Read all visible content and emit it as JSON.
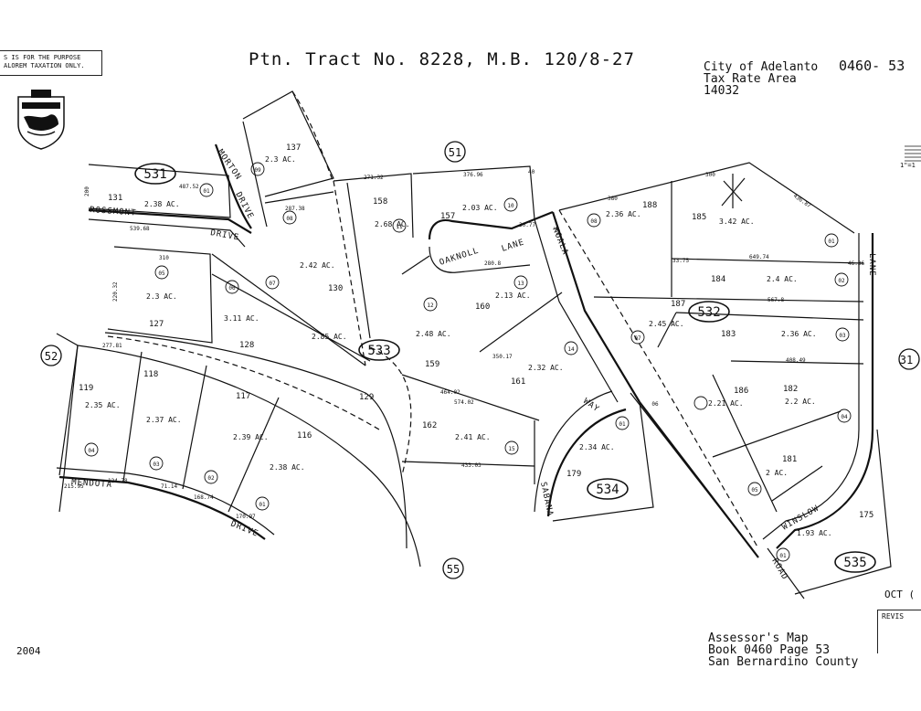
{
  "header": {
    "title": "Ptn. Tract No. 8228, M.B. 120/8-27",
    "city": "City of Adelanto",
    "tax_rate_area_label": "Tax Rate Area",
    "tax_rate_area": "14032",
    "map_number": "0460- 53"
  },
  "notice": {
    "line1": "S IS FOR THE PURPOSE",
    "line2": "ALOREM TAXATION ONLY."
  },
  "footer": {
    "year": "2004",
    "caption_line1": "Assessor's Map",
    "caption_line2": "Book 0460 Page 53",
    "caption_line3": "San Bernardino County",
    "oct": "OCT (",
    "revis": "REVIS",
    "scale": "1\"=1"
  },
  "colors": {
    "ink": "#111111",
    "paper": "#ffffff"
  },
  "parcels": [
    {
      "id": "131",
      "acres": "2.38 AC.",
      "num": "01"
    },
    {
      "id": "137",
      "acres": "2.3 AC.",
      "num": "09"
    },
    {
      "id": "130",
      "acres": "2.42 AC.",
      "num": "08"
    },
    {
      "id": "158",
      "acres": "2.68 AC.",
      "num": "11"
    },
    {
      "id": "157",
      "acres": "2.03 AC.",
      "num": "10"
    },
    {
      "id": "127",
      "acres": "2.3 AC.",
      "num": "05"
    },
    {
      "id": "128",
      "acres": "3.11 AC.",
      "num": "06"
    },
    {
      "id": "129",
      "acres": "2.85 AC.",
      "num": "07"
    },
    {
      "id": "160",
      "acres": "2.13 AC.",
      "num": "13"
    },
    {
      "id": "159",
      "acres": "2.48 AC.",
      "num": "12"
    },
    {
      "id": "161",
      "acres": "2.32 AC.",
      "num": "14"
    },
    {
      "id": "162",
      "acres": "2.41 AC.",
      "num": "15"
    },
    {
      "id": "119",
      "acres": "2.35 AC.",
      "num": "04"
    },
    {
      "id": "118",
      "acres": "2.37 AC.",
      "num": "03"
    },
    {
      "id": "117",
      "acres": "2.39 AC.",
      "num": "02"
    },
    {
      "id": "116",
      "acres": "2.38 AC.",
      "num": "01"
    },
    {
      "id": "179",
      "acres": "2.34 AC.",
      "num": "01"
    },
    {
      "id": "188",
      "acres": "2.36 AC.",
      "num": "08"
    },
    {
      "id": "185",
      "acres": "3.42 AC.",
      "num": "01"
    },
    {
      "id": "184",
      "acres": "2.4 AC.",
      "num": "02"
    },
    {
      "id": "187",
      "acres": "2.45 AC.",
      "num": "07"
    },
    {
      "id": "183",
      "acres": "2.36 AC.",
      "num": "03"
    },
    {
      "id": "186",
      "acres": "2.21 AC.",
      "num": "06"
    },
    {
      "id": "182",
      "acres": "2.2 AC.",
      "num": "04"
    },
    {
      "id": "181",
      "acres": "2 AC.",
      "num": "05"
    },
    {
      "id": "175",
      "acres": "1.93 AC.",
      "num": "01"
    }
  ],
  "books": [
    "531",
    "532",
    "533",
    "534",
    "535"
  ],
  "adjoining": [
    "51",
    "52",
    "55",
    "31"
  ],
  "streets": {
    "rossmont": "ROSSMONT",
    "drive1": "DRIVE",
    "morton": "MORTON",
    "drive2": "DRIVE",
    "oaknoll": "OAKNOLL",
    "lane1": "LANE",
    "koala": "KOALA",
    "mendota": "MENDOTA",
    "drive3": "DRIVE",
    "sabana": "SABANA",
    "way": "WAY",
    "winslow": "WINSLOW",
    "road": "ROAD",
    "lane2": "LANE"
  },
  "dims": [
    "487.52",
    "539.68",
    "310",
    "287.38",
    "271.32",
    "376.96",
    "380",
    "380",
    "300",
    "436.87",
    "649.74",
    "567.8",
    "408.49",
    "277.81",
    "215.95",
    "124.78",
    "71.14",
    "168.74",
    "170.97",
    "433.03",
    "574.02",
    "464.02",
    "350.17",
    "280.8",
    "220.32",
    "200",
    "40",
    "30.77",
    "33.75",
    "46.36"
  ]
}
